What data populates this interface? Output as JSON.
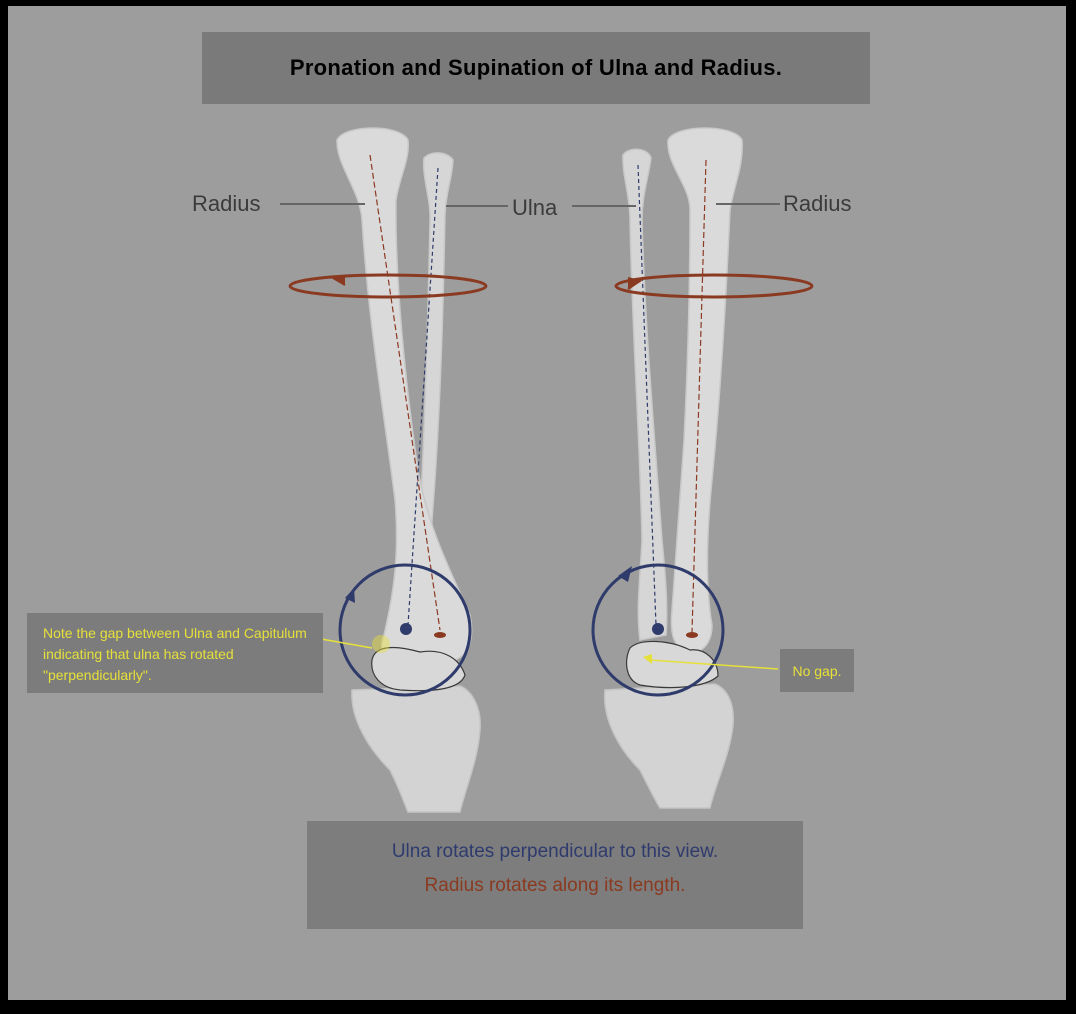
{
  "title": "Pronation and Supination of Ulna and Radius.",
  "labels": {
    "radius_left": "Radius",
    "ulna_center": "Ulna",
    "radius_right": "Radius"
  },
  "note_left": "Note the gap between Ulna and Capitulum indicating that ulna has rotated \"perpendicularly\".",
  "note_right": "No gap.",
  "caption": {
    "ulna": "Ulna rotates perpendicular to this view.",
    "radius": "Radius rotates along its length."
  },
  "colors": {
    "background": "#9d9d9d",
    "radius_arrow": "#8b3a22",
    "ulna_arrow": "#2e3b6b",
    "annotation": "#e6e03a",
    "bone": "#dcdcdc"
  }
}
